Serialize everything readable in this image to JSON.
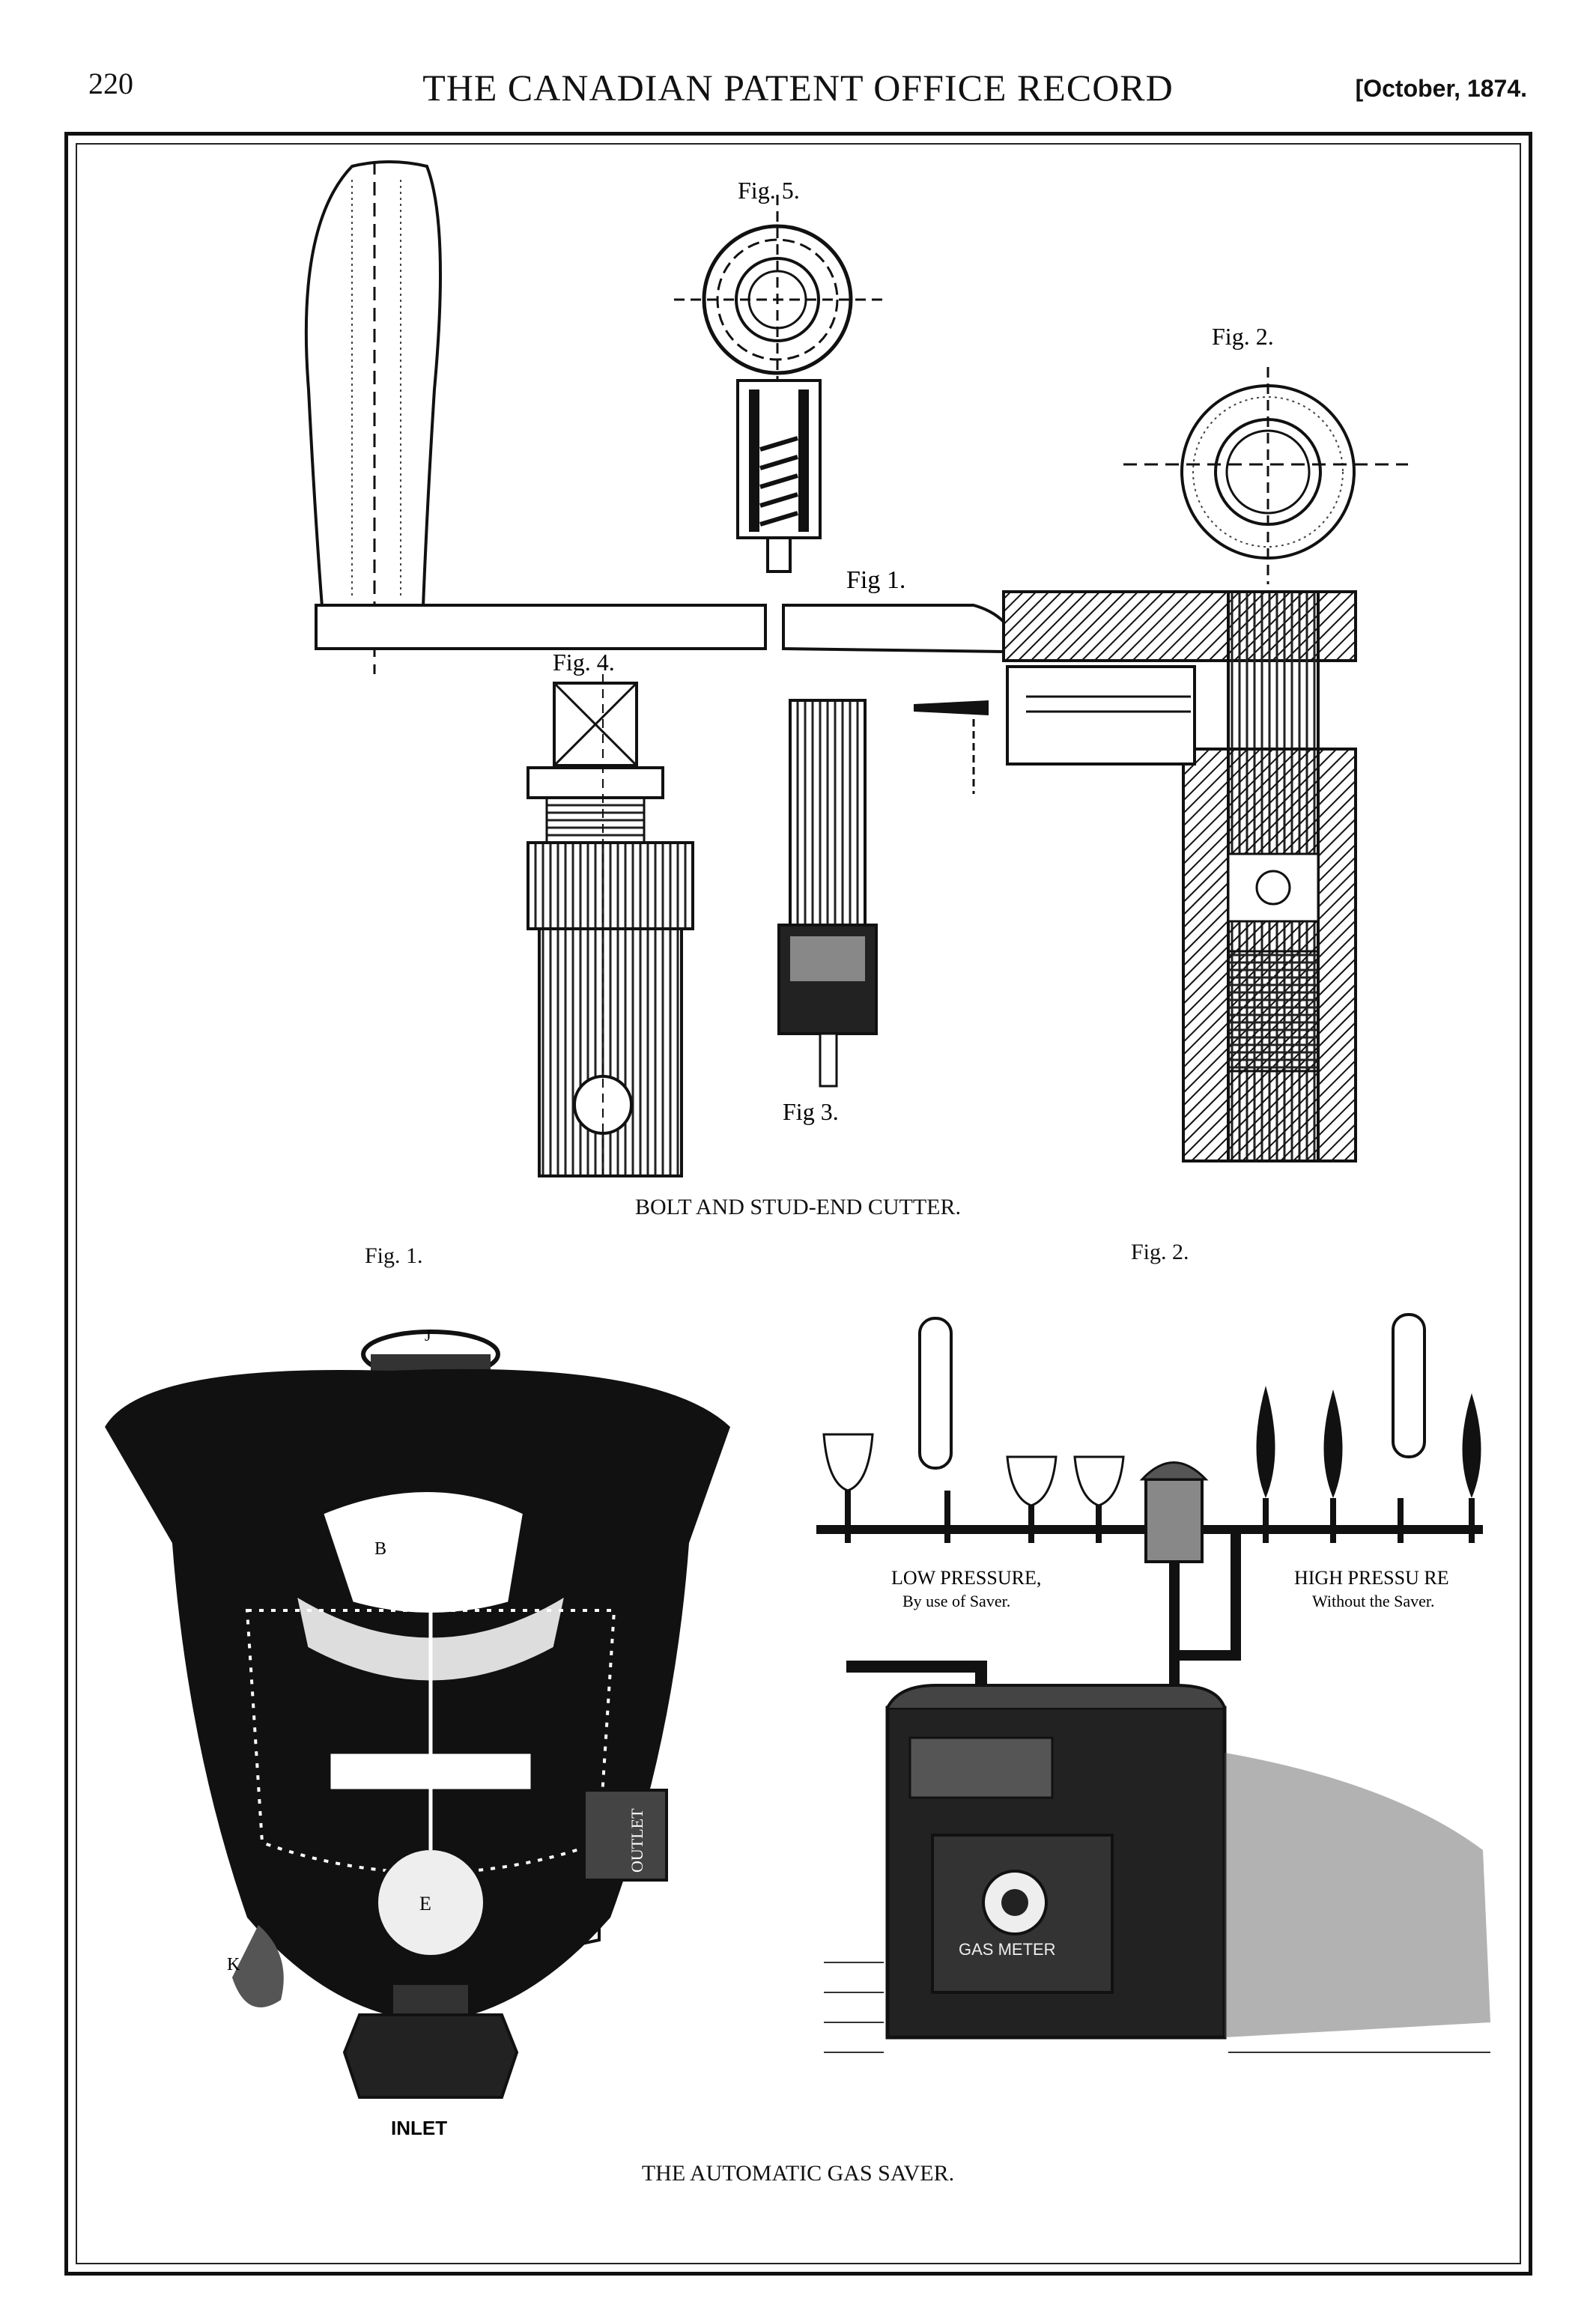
{
  "header": {
    "page_number": "220",
    "title": "THE CANADIAN PATENT OFFICE RECORD",
    "date": "[October, 1874."
  },
  "plate_top": {
    "caption": "BOLT AND STUD-END CUTTER.",
    "fig1": "Fig  1.",
    "fig2": "Fig. 2.",
    "fig3": "Fig  3.",
    "fig4": "Fig. 4.",
    "fig5": "Fig. 5."
  },
  "plate_bottom": {
    "caption": "THE AUTOMATIC GAS SAVER.",
    "fig1": "Fig. 1.",
    "fig2": "Fig. 2.",
    "label_j": "J",
    "label_b": "B",
    "label_e": "E",
    "label_k": "K",
    "label_outlet": "OUTLET",
    "label_inlet": "INLET",
    "low_pressure": "LOW PRESSURE,",
    "low_pressure_sub": "By use of Saver.",
    "high_pressure": "HIGH PRESSU RE",
    "high_pressure_sub": "Without the Saver.",
    "meter_label": "GAS METER"
  }
}
